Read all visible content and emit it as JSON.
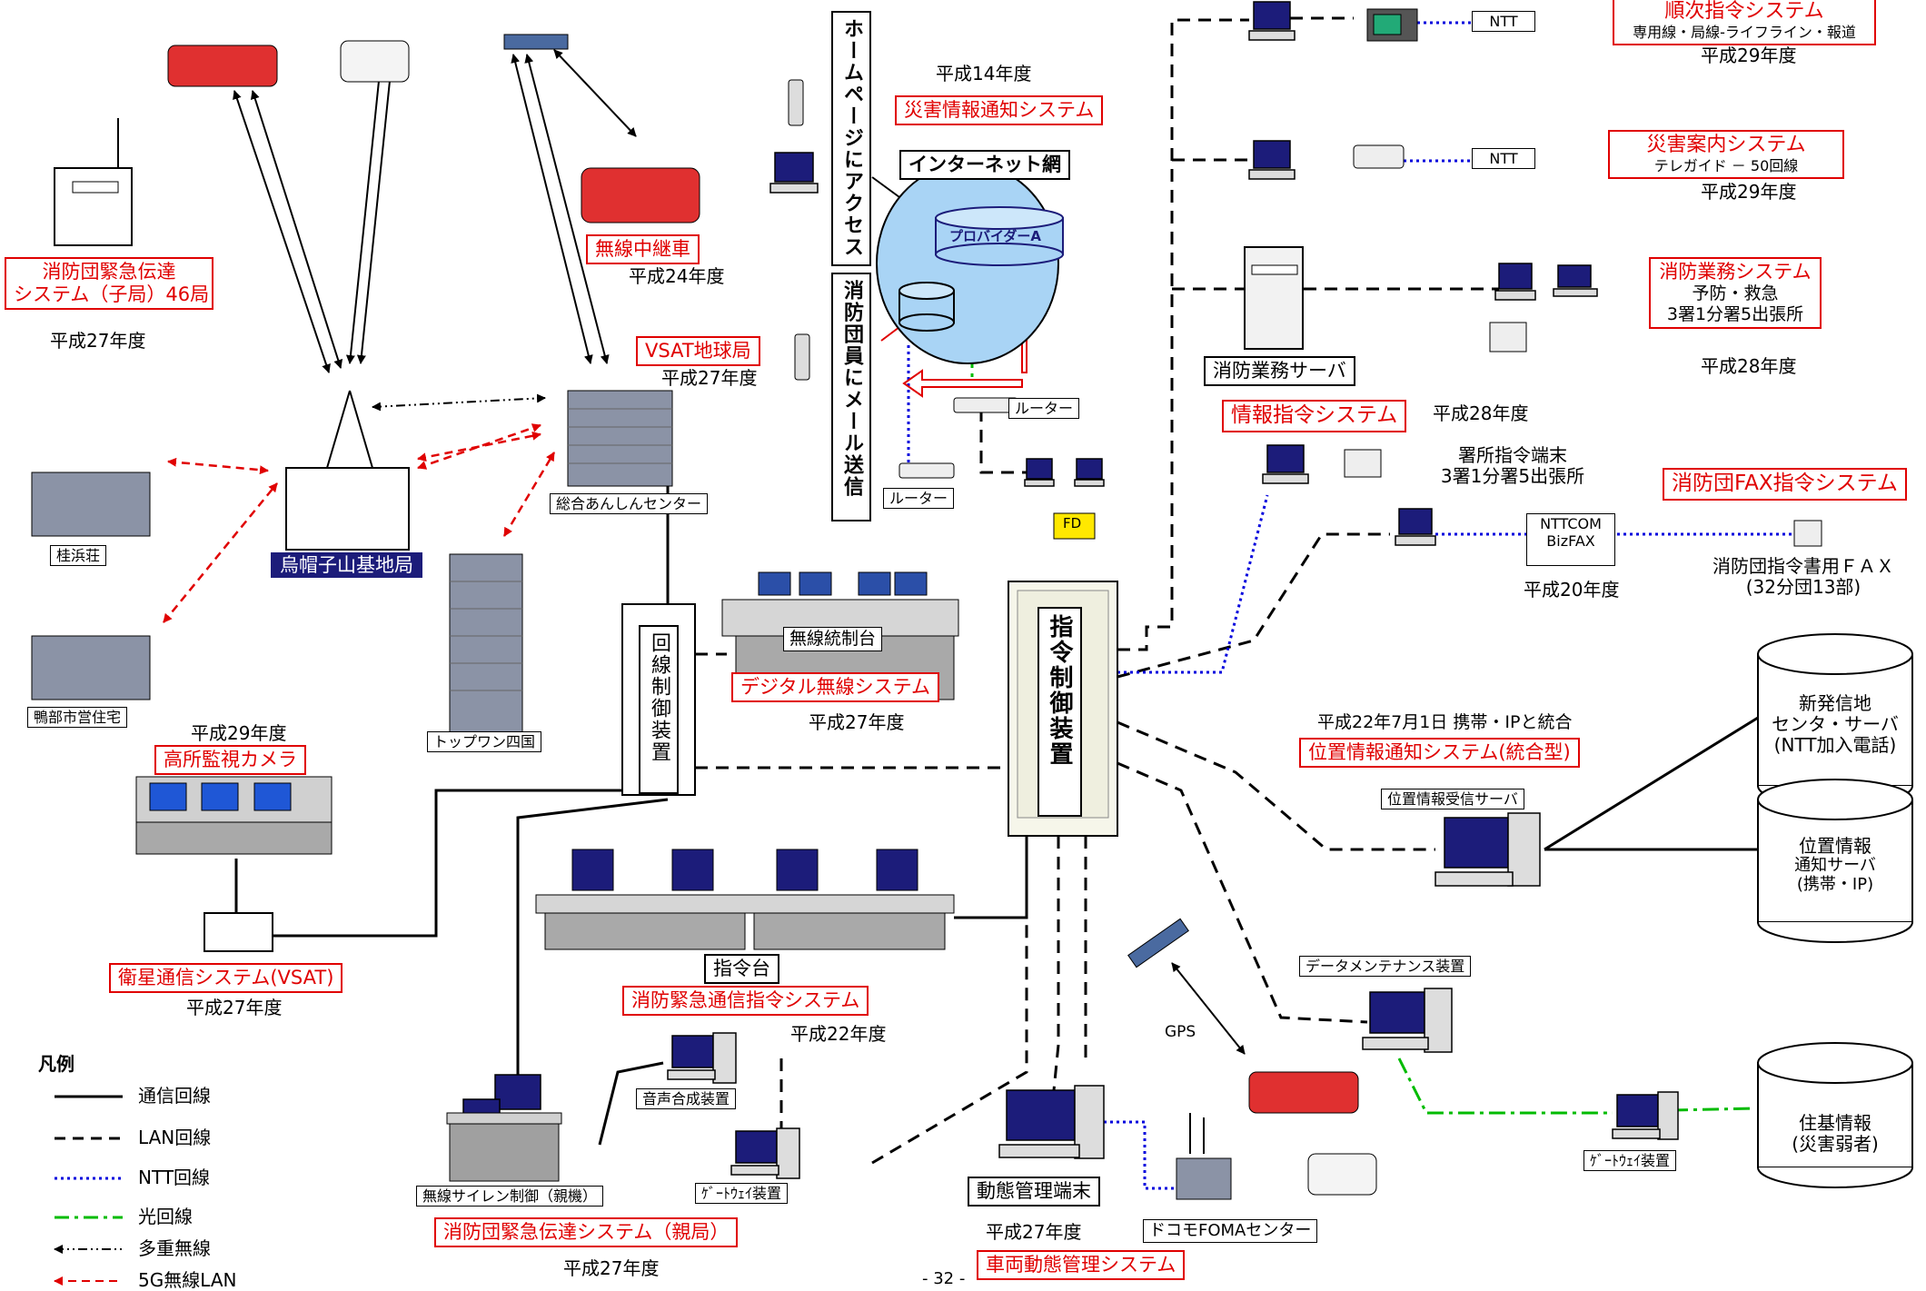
{
  "systems": {
    "junji": {
      "title": "順次指令システム",
      "sub": "専用線・局線-ライフライン・報道",
      "year": "平成29年度"
    },
    "saigai_annai": {
      "title": "災害案内システム",
      "sub": "テレガイド － 50回線",
      "year": "平成29年度"
    },
    "gyomu": {
      "title": "消防業務システム",
      "sub1": "予防・救急",
      "sub2": "3署1分署5出張所",
      "year": "平成28年度"
    },
    "joho_shirei": {
      "title": "情報指令システム",
      "year": "平成28年度"
    },
    "fax": {
      "title": "消防団FAX指令システム"
    },
    "ichi": {
      "note": "平成22年7月1日 携帯・IPと統合",
      "title": "位置情報通知システム(統合型)"
    },
    "saigai_tsuchi": {
      "year": "平成14年度",
      "title": "災害情報通知システム"
    },
    "musen_chukei": {
      "title": "無線中継車",
      "year": "平成24年度"
    },
    "vsat_chikyu": {
      "title": "VSAT地球局",
      "year": "平成27年度"
    },
    "kinkyu_ko": {
      "line1": "消防団緊急伝達",
      "line2": "システム（子局）46局",
      "year": "平成27年度"
    },
    "digital": {
      "title": "デジタル無線システム",
      "year": "平成27年度"
    },
    "kosho": {
      "year": "平成29年度",
      "title": "高所監視カメラ"
    },
    "eisei": {
      "title": "衛星通信システム(VSAT)",
      "year": "平成27年度"
    },
    "kinkyu_tsushin": {
      "title": "消防緊急通信指令システム",
      "year": "平成22年度"
    },
    "kinkyu_oya": {
      "title": "消防団緊急伝達システム（親局）",
      "year": "平成27年度"
    },
    "sharyo": {
      "year": "平成27年度",
      "title": "車両動態管理システム"
    }
  },
  "nodes": {
    "ntt1": "NTT",
    "ntt2": "NTT",
    "gyomu_server": "消防業務サーバ",
    "shosho_tanmatsu_1": "署所指令端末",
    "shosho_tanmatsu_2": "3署1分署5出張所",
    "nttcom_1": "NTTCOM",
    "nttcom_2": "BizFAX",
    "nttcom_year": "平成20年度",
    "fax_sho_1": "消防団指令書用ＦＡＸ",
    "fax_sho_2": "(32分団13部)",
    "shinhasshin_1": "新発信地",
    "shinhasshin_2": "センタ・サーバ",
    "shinhasshin_3": "(NTT加入電話)",
    "ichi_jushin": "位置情報受信サーバ",
    "ichi_tsuchi_1": "位置情報",
    "ichi_tsuchi_2": "通知サーバ",
    "ichi_tsuchi_3": "(携帯・IP)",
    "data_maint": "データメンテナンス装置",
    "gateway_r": "ｹﾞｰﾄｳｪｲ装置",
    "jyuki_1": "住基情報",
    "jyuki_2": "(災害弱者)",
    "gps": "GPS",
    "docomo": "ドコモFOMAセンター",
    "dotai": "動態管理端末",
    "shirei_seigyo": "指令制御装置",
    "kaisen_seigyo": "回線制御装置",
    "musen_toseidai": "無線統制台",
    "shireidai": "指令台",
    "onsei_gosei": "音声合成装置",
    "gateway_l": "ｹﾞｰﾄｳｪｲ装置",
    "siren_seigyo": "無線サイレン制御（親機）",
    "internet": "インターネット網",
    "provider": "プロバイダーA",
    "router1": "ルーター",
    "router2": "ルーター",
    "fd": "FD",
    "homepage": "ホームページにアクセス",
    "mail": "消防団員にメール送信",
    "sogo_center": "総合あんしんセンター",
    "topone": "トップワン四国",
    "eboshi": "烏帽子山基地局",
    "keihinso": "桂浜荘",
    "kamobe": "鴨部市営住宅"
  },
  "legend": {
    "title": "凡例",
    "items": [
      {
        "label": "通信回線",
        "color": "#000000"
      },
      {
        "label": "LAN回線",
        "color": "#000000"
      },
      {
        "label": "NTT回線",
        "color": "#0000dd"
      },
      {
        "label": "光回線",
        "color": "#00bb00"
      },
      {
        "label": "多重無線",
        "color": "#000000"
      },
      {
        "label": "5G無線LAN",
        "color": "#ee0000"
      }
    ]
  },
  "page_number": "- 32 -",
  "colors": {
    "red": "#e00000",
    "blue": "#0000dd",
    "green": "#00bb00",
    "cloud": "#a9d4f5",
    "navy": "#1c1c7a"
  }
}
